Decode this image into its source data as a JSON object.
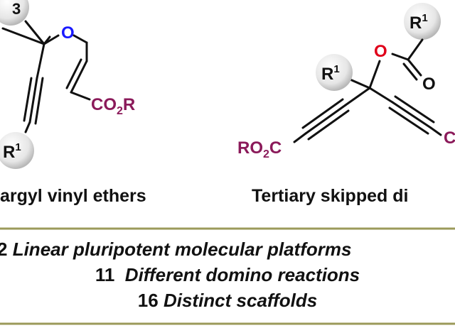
{
  "left_molecule": {
    "r_top": "3",
    "oxygen": "O",
    "ester_co": "CO",
    "ester_sub": "2",
    "ester_r": "R",
    "r1_base": "R",
    "r1_sup": "1",
    "caption": "argyl vinyl ethers"
  },
  "right_molecule": {
    "r1_top_base": "R",
    "r1_top_sup": "1",
    "oxygen_ester": "O",
    "oxygen_carbonyl": "O",
    "r1_left_base": "R",
    "r1_left_sup": "1",
    "ester_ro": "RO",
    "ester_sub": "2",
    "ester_c": "C",
    "caption": "Tertiary skipped di"
  },
  "summary": {
    "line1_num": "2",
    "line1_text": "Linear pluripotent molecular platforms",
    "line2_num": "11",
    "line2_text": "Different domino reactions",
    "line3_num": "16",
    "line3_text": "Distinct scaffolds"
  },
  "colors": {
    "oxygen_blue": "#1a1aff",
    "oxygen_red": "#e0001a",
    "ester_maroon": "#8b1a5a",
    "rule_olive": "#9b9a5a",
    "bond": "#111111"
  }
}
